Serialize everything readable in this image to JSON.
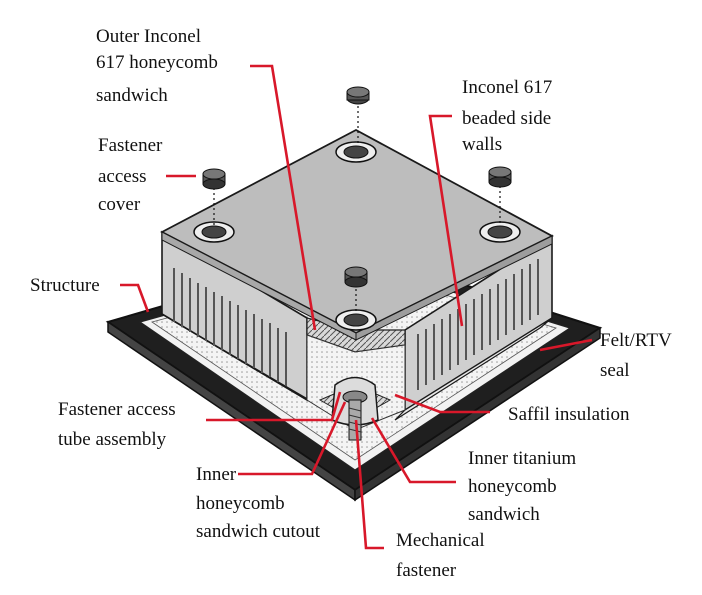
{
  "labels": {
    "outer_inconel_1": "Outer Inconel",
    "outer_inconel_2": "617 honeycomb",
    "outer_inconel_3": "sandwich",
    "inconel_walls_1": "Inconel 617",
    "inconel_walls_2": "beaded side",
    "inconel_walls_3": "walls",
    "fastener_cover_1": "Fastener",
    "fastener_cover_2": "access",
    "fastener_cover_3": "cover",
    "structure": "Structure",
    "felt_seal_1": "Felt/RTV",
    "felt_seal_2": "seal",
    "tube_assembly_1": "Fastener access",
    "tube_assembly_2": "tube assembly",
    "saffil": "Saffil insulation",
    "inner_cutout_1": "Inner",
    "inner_cutout_2": "honeycomb",
    "inner_cutout_3": "sandwich cutout",
    "inner_titanium_1": "Inner titanium",
    "inner_titanium_2": "honeycomb",
    "inner_titanium_3": "sandwich",
    "mech_fastener_1": "Mechanical",
    "mech_fastener_2": "fastener"
  },
  "colors": {
    "leader": "#d8182a",
    "top_face": "#bdbdbd",
    "side_face": "#cfcfcf",
    "structure": "#222222",
    "outline": "#1a1a1a"
  }
}
